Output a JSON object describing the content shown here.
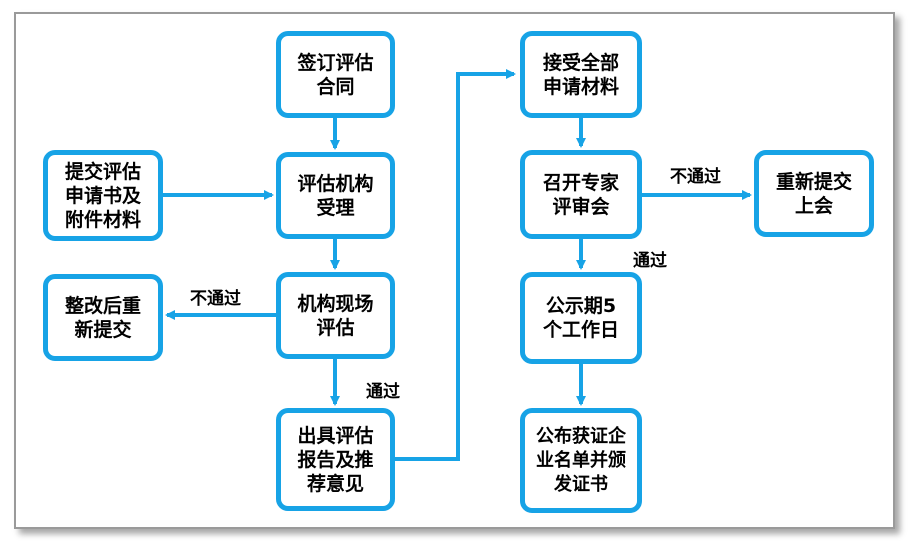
{
  "nodes": {
    "sign_contract": "签订评估\n合同",
    "agency_accept": "评估机构\n受理",
    "submit_application": "提交评估\n申请书及\n附件材料",
    "onsite_assessment": "机构现场\n评估",
    "rectify_resubmit": "整改后重\n新提交",
    "issue_report": "出具评估\n报告及推\n荐意见",
    "accept_all_materials": "接受全部\n申请材料",
    "expert_review": "召开专家\n评审会",
    "resubmit_meeting": "重新提交\n上会",
    "publicity_period": "公示期5\n个工作日",
    "announce_list": "公布获证企\n业名单并颁\n发证书"
  },
  "labels": {
    "fail_onsite": "不通过",
    "pass_onsite": "通过",
    "fail_review": "不通过",
    "pass_review": "通过"
  },
  "colors": {
    "accent": "#17a3e6",
    "frame": "#9a9a9a"
  }
}
